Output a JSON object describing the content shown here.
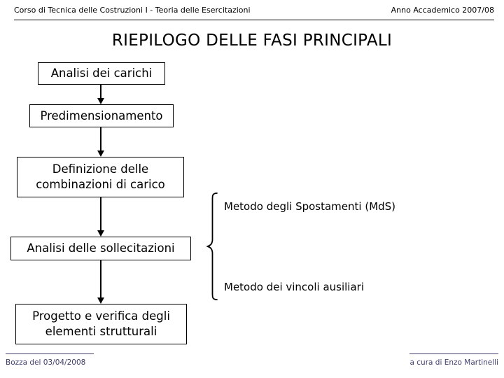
{
  "header": {
    "course": "Corso di Tecnica delle Costruzioni I - Teoria delle Esercitazioni",
    "academic_year": "Anno Accademico 2007/08"
  },
  "title": "RIEPILOGO DELLE FASI PRINCIPALI",
  "flowchart": {
    "boxes": [
      {
        "id": "carichi",
        "label": "Analisi dei carichi"
      },
      {
        "id": "predim",
        "label": "Predimensionamento"
      },
      {
        "id": "combinazioni",
        "label": "Definizione delle\ncombinazioni di carico"
      },
      {
        "id": "sollecit",
        "label": "Analisi delle sollecitazioni"
      },
      {
        "id": "progetto",
        "label": "Progetto e verifica degli\nelementi strutturali"
      }
    ],
    "connectors": [
      {
        "from": "carichi",
        "to": "predim",
        "type": "arrow-down"
      },
      {
        "from": "predim",
        "to": "combinazioni",
        "type": "arrow-down"
      },
      {
        "from": "combinazioni",
        "to": "sollecit",
        "type": "arrow-down"
      },
      {
        "from": "sollecit",
        "to": "progetto",
        "type": "arrow-down"
      }
    ],
    "brace": {
      "attached_to": "sollecit",
      "direction": "left-pointing",
      "items": [
        "Metodo degli Spostamenti (MdS)",
        "Metodo dei vincoli ausiliari"
      ]
    }
  },
  "methods": {
    "mds": "Metodo degli Spostamenti (MdS)",
    "vincoli": "Metodo dei vincoli ausiliari"
  },
  "footer": {
    "draft": "Bozza del 03/04/2008",
    "author": "a cura di Enzo Martinelli"
  },
  "colors": {
    "text": "#000000",
    "footer_text": "#3f3f6b",
    "background": "#ffffff",
    "box_border": "#000000"
  }
}
